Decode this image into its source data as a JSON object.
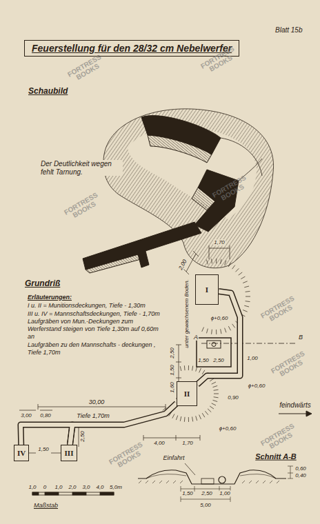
{
  "diagram": {
    "title": "Feuerstellung für den 28/32 cm Nebelwerfer",
    "nodes": [
      {
        "text": [
          "I"
        ]
      },
      {
        "text": [
          "II"
        ]
      },
      {
        "text": [
          "III"
        ]
      },
      {
        "text": [
          "IV"
        ]
      }
    ],
    "edges": [
      {
        "from": 0,
        "to": 1,
        "arrow": "none"
      },
      {
        "from": 1,
        "to": 2,
        "arrow": "none"
      },
      {
        "from": 2,
        "to": 3,
        "arrow": "none"
      }
    ],
    "labels": [
      "Blatt 15b",
      "Schaubild",
      "Der Deutlichkeit wegen fehlt Tarnung.",
      "Grundriß",
      "Erläuterungen:",
      "I u. II = Munitionsdeckungen, Tiefe - 1,30m",
      "III u. IV = Mannschaftsdeckungen, Tiefe - 1,70m",
      "Laufgräben von Mun.-Deckungen zum Werferstand steigen von Tiefe 1,30m auf 0,60m an",
      "Laufgräben zu den Mannschafts - deckungen , Tiefe 1,70m",
      "1,70",
      "2,00",
      "ϕ+0,60",
      "unter gewachsenem Boden.",
      "A",
      "B",
      "1,50",
      "2,50",
      "1,00",
      "2,50",
      "1,50",
      "1,60",
      "ϕ+0,60",
      "0,90",
      "ϕ+0,60",
      "30,00",
      "3,00",
      "0,80",
      "Tiefe 1,70m",
      "2,50",
      "1,50",
      "4,00",
      "1,70",
      "feindwärts",
      "Einfahrt",
      "Schnitt A-B",
      "0,60",
      "0,40",
      "1,50",
      "2,50",
      "1,00",
      "5,00",
      "1,0",
      "0",
      "1,0",
      "2,0",
      "3,0",
      "4,0",
      "5,0m",
      "Maßstab",
      "FORTRESS BOOKS",
      "FORTRESS BOOKS",
      "FORTRESS BOOKS",
      "FORTRESS BOOKS",
      "FORTRESS BOOKS",
      "FORTRESS BOOKS",
      "FORTRESS BOOKS",
      "FORTRESS BOOKS"
    ]
  }
}
